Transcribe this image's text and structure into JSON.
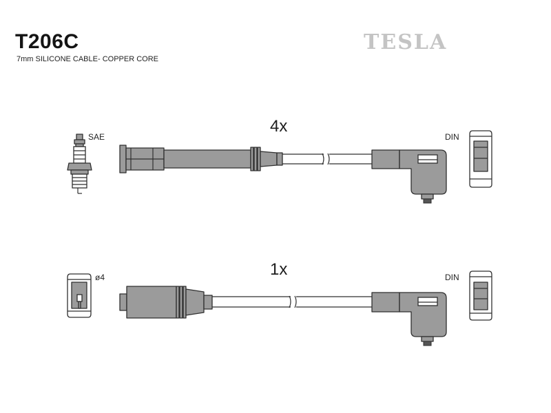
{
  "header": {
    "part_number": "T206C",
    "description": "7mm SILICONE CABLE- COPPER CORE",
    "brand": "TESLA"
  },
  "rows": [
    {
      "quantity": "4x",
      "left_end_label": "SAE",
      "right_end_label": "DIN"
    },
    {
      "quantity": "1x",
      "left_end_label": "ø4",
      "right_end_label": "DIN"
    }
  ],
  "colors": {
    "part_fill": "#9b9b9b",
    "outline": "#2f2f2f",
    "brand": "#c4c4c4"
  }
}
